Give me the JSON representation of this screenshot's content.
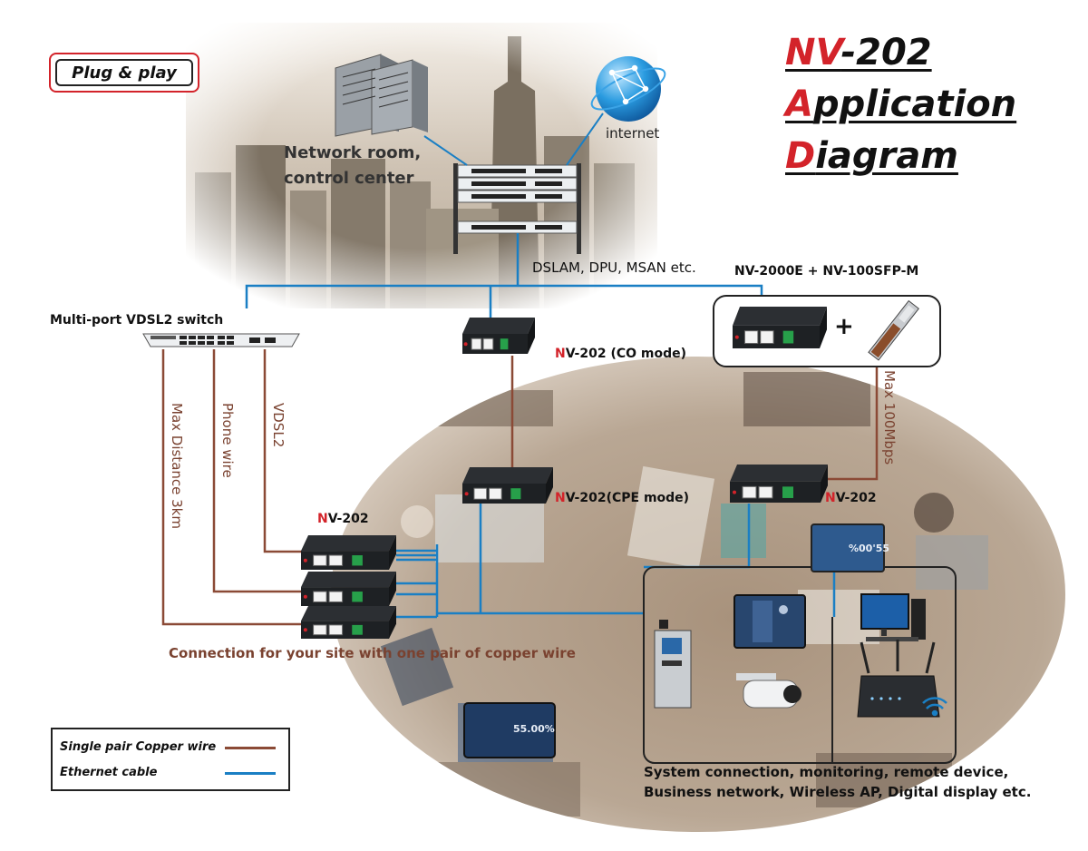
{
  "badge": {
    "label": "Plug & play"
  },
  "title": {
    "line1": {
      "first": "NV",
      "rest": "-202"
    },
    "line2": {
      "first": "A",
      "rest": "pplication"
    },
    "line3": {
      "first": "D",
      "rest": "iagram"
    }
  },
  "labels": {
    "network_room_line1": "Network room,",
    "network_room_line2": "control center",
    "internet": "internet",
    "dslam": "DSLAM, DPU, MSAN etc.",
    "nv2000e": "NV-2000E + NV-100SFP-M",
    "plus": "+",
    "switch": "Multi-port VDSL2 switch",
    "co_mode_n": "N",
    "co_mode_rest": "V-202 (CO mode)",
    "cpe_mode_n": "N",
    "cpe_mode_rest": "V-202(CPE mode)",
    "nv202_right_n": "N",
    "nv202_right_rest": "V-202",
    "nv202_left_n": "N",
    "nv202_left_rest": "V-202",
    "max_distance": "Max Distance 3km",
    "phone_wire": "Phone wire",
    "vdsl2": "VDSL2",
    "max_100": "Max 100Mbps",
    "connection": "Connection for your site with one pair of copper wire",
    "system_line1": "System connection, monitoring, remote device,",
    "system_line2": "Business network, Wireless AP, Digital display etc."
  },
  "screens": {
    "tablet_value": "55.00%",
    "display_value": "%00'55"
  },
  "legend": {
    "copper_label": "Single pair Copper wire",
    "ethernet_label": "Ethernet cable"
  },
  "colors": {
    "title_red": "#d3232a",
    "copper": "#8b4a36",
    "ethernet": "#1a7fc4",
    "label_brown": "#7a4230"
  }
}
